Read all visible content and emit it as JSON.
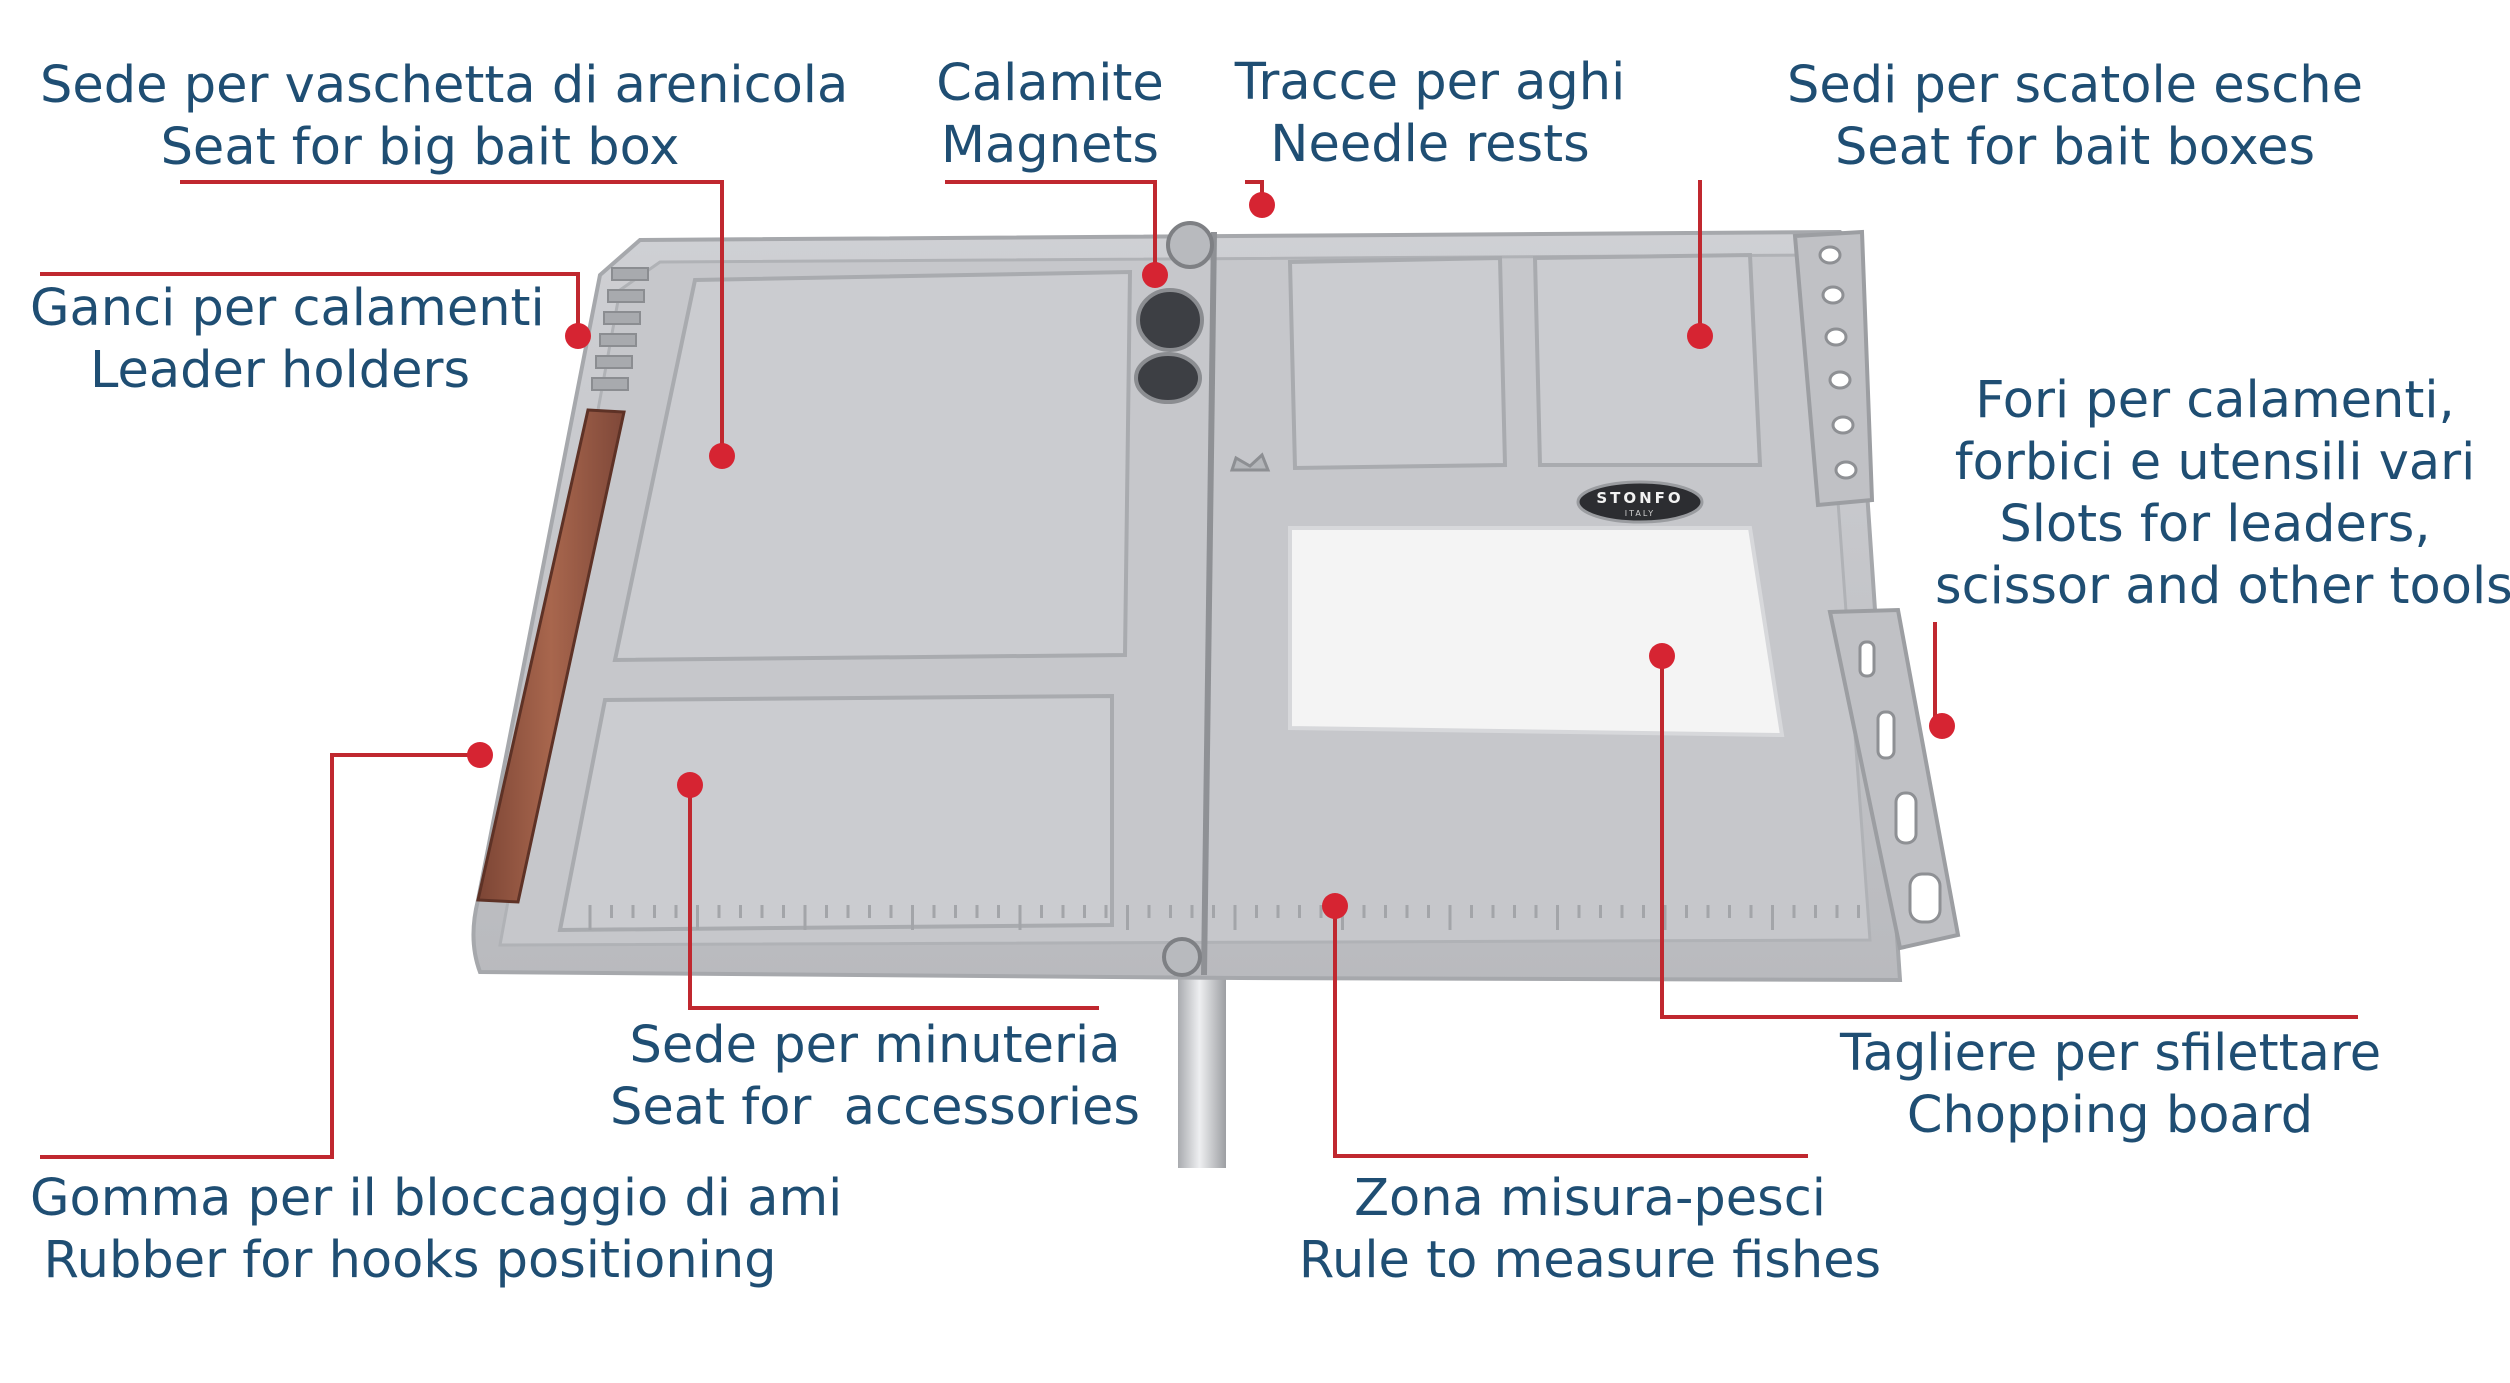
{
  "colors": {
    "text": "#1f4e73",
    "leader_line": "#c0282f",
    "dot": "#d62432",
    "tray": "#c3c4c8",
    "tray_dark": "#9fa1a5",
    "board": "#f4f4f4",
    "rubber": "#9a5a44"
  },
  "callouts": {
    "bait_seat": {
      "it": "Sede per vaschetta di arenicola",
      "en": "Seat for big bait box"
    },
    "magnets": {
      "it": "Calamite",
      "en": "Magnets"
    },
    "needle_rests": {
      "it": "Tracce per aghi",
      "en": "Needle rests"
    },
    "bait_boxes": {
      "it": "Sedi per scatole esche",
      "en": "Seat for bait boxes"
    },
    "leader_holders": {
      "it": "Ganci per calamenti",
      "en": "Leader holders"
    },
    "slots": {
      "it_1": "Fori per calamenti,",
      "it_2": "forbici e utensili vari",
      "en_1": "Slots for leaders,",
      "en_2": "scissor and other tools"
    },
    "accessories": {
      "it": "Sede per minuteria",
      "en": "Seat for  accessories"
    },
    "chopping_board": {
      "it": "Tagliere per sfilettare",
      "en": "Chopping board"
    },
    "rubber": {
      "it": "Gomma per il bloccaggio di ami",
      "en": "Rubber for hooks positioning"
    },
    "ruler": {
      "it": "Zona misura-pesci",
      "en": "Rule to measure fishes"
    }
  },
  "brand": {
    "name": "STONFO",
    "sub": "ITALY"
  }
}
